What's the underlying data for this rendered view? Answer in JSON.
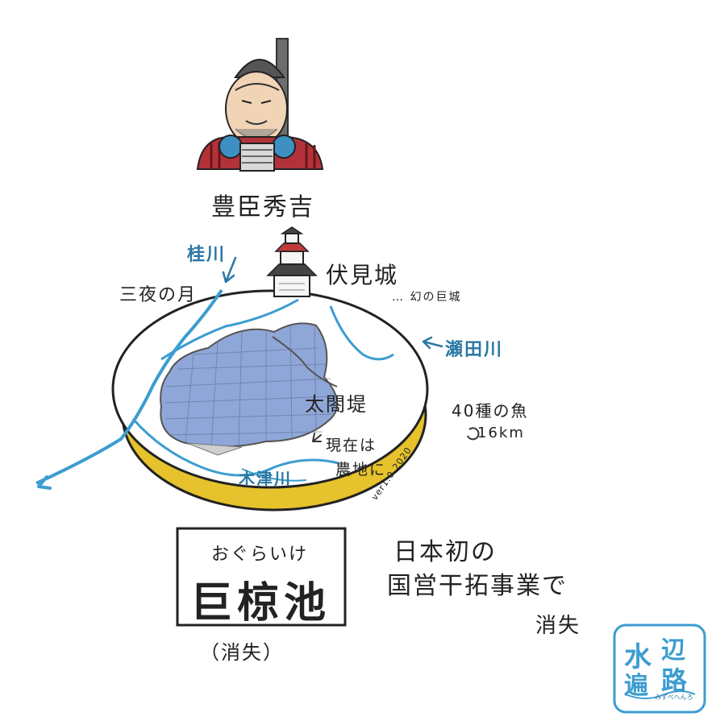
{
  "person": {
    "name": "豊臣秀吉"
  },
  "castle": {
    "name": "伏見城",
    "note": "… 幻の巨城"
  },
  "map": {
    "rivers": {
      "katsura": "桂川",
      "seta": "瀬田川",
      "kizu": "木津川"
    },
    "moon": "三夜の月",
    "embankment": "太閤堤",
    "now_farmland": [
      "現在は",
      "農地に"
    ],
    "fish": "40種の魚",
    "circumference": "16km",
    "version": "ver1.0 2020"
  },
  "title": {
    "reading": "おぐらいけ",
    "name": "巨椋池",
    "status": "（消失）"
  },
  "caption": [
    "日本初の",
    "国営干拓事業で",
    "消失"
  ],
  "logo": {
    "text": [
      "水",
      "辺",
      "遍",
      "路"
    ],
    "sub": "みずべへんろ"
  },
  "colors": {
    "water": "#8fa7d8",
    "river": "#3c9dd0",
    "rim": "#e6c22c",
    "label_blue": "#2a78a4",
    "ink": "#222222"
  }
}
